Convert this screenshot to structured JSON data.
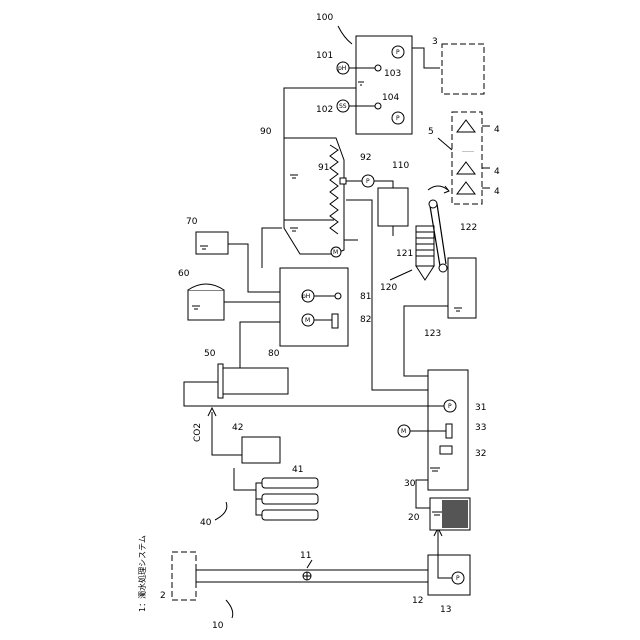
{
  "caption": "1：濁水処理システム",
  "labels": {
    "n1": "1",
    "n2": "2",
    "n3": "3",
    "n4": "4",
    "n5": "5",
    "n10": "10",
    "n11": "11",
    "n12": "12",
    "n13": "13",
    "n20": "20",
    "n30": "30",
    "n31": "31",
    "n32": "32",
    "n33": "33",
    "n40": "40",
    "n41": "41",
    "n42": "42",
    "n50": "50",
    "n60": "60",
    "n70": "70",
    "n80": "80",
    "n81": "81",
    "n82": "82",
    "n90": "90",
    "n91": "91",
    "n92": "92",
    "n100": "100",
    "n101": "101",
    "n102": "102",
    "n103": "103",
    "n104": "104",
    "n110": "110",
    "n120": "120",
    "n121": "121",
    "n122": "122",
    "n123": "123",
    "co2": "CO2"
  },
  "symbols": {
    "pump": "P",
    "motor": "M",
    "ph": "pH",
    "ss": "SS",
    "dots": "……"
  }
}
